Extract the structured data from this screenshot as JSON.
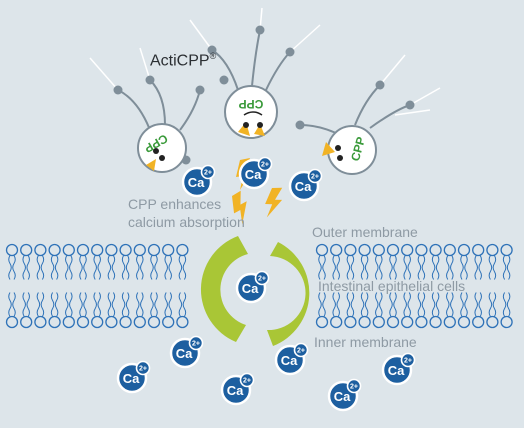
{
  "brand": {
    "name": "ActiCPP",
    "mark": "®"
  },
  "labels": {
    "enhances_line1": "CPP enhances",
    "enhances_line2": "calcium absorption",
    "outer_membrane": "Outer membrane",
    "epithelial_cells": "Intestinal epithelial cells",
    "inner_membrane": "Inner membrane"
  },
  "molecules": {
    "cpp_label": "CPP",
    "ion_symbol": "Ca",
    "ion_charge": "2+"
  },
  "colors": {
    "background": "#dde5ea",
    "ion": "#1d5fa0",
    "channel": "#a9c636",
    "lightning": "#f1b325",
    "cpp_text": "#3a9a3a",
    "membrane": "#2e72b8",
    "label_gray": "#8e9aa4"
  }
}
